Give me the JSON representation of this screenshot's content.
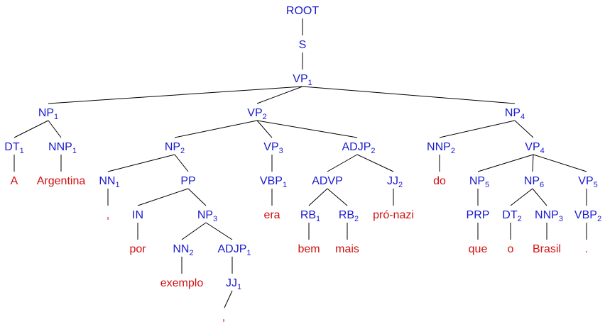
{
  "colors": {
    "nonterminal": "#1a1ad0",
    "leaf": "#d01010",
    "edge": "#000000"
  },
  "nodes": {
    "root": {
      "label": "ROOT",
      "sub": ""
    },
    "s": {
      "label": "S",
      "sub": ""
    },
    "vp1": {
      "label": "VP",
      "sub": "1"
    },
    "np1": {
      "label": "NP",
      "sub": "1"
    },
    "vp2": {
      "label": "VP",
      "sub": "2"
    },
    "np4": {
      "label": "NP",
      "sub": "4"
    },
    "dt1": {
      "label": "DT",
      "sub": "1"
    },
    "nnp1": {
      "label": "NNP",
      "sub": "1"
    },
    "np2": {
      "label": "NP",
      "sub": "2"
    },
    "vp3": {
      "label": "VP",
      "sub": "3"
    },
    "adjp2": {
      "label": "ADJP",
      "sub": "2"
    },
    "nnp2": {
      "label": "NNP",
      "sub": "2"
    },
    "vp4": {
      "label": "VP",
      "sub": "4"
    },
    "nn1": {
      "label": "NN",
      "sub": "1"
    },
    "pp": {
      "label": "PP",
      "sub": ""
    },
    "vbp1": {
      "label": "VBP",
      "sub": "1"
    },
    "advp": {
      "label": "ADVP",
      "sub": ""
    },
    "jj2": {
      "label": "JJ",
      "sub": "2"
    },
    "np5": {
      "label": "NP",
      "sub": "5"
    },
    "np6": {
      "label": "NP",
      "sub": "6"
    },
    "vp5": {
      "label": "VP",
      "sub": "5"
    },
    "in": {
      "label": "IN",
      "sub": ""
    },
    "np3": {
      "label": "NP",
      "sub": "3"
    },
    "rb1": {
      "label": "RB",
      "sub": "1"
    },
    "rb2": {
      "label": "RB",
      "sub": "2"
    },
    "prp": {
      "label": "PRP",
      "sub": ""
    },
    "dt2": {
      "label": "DT",
      "sub": "2"
    },
    "nnp3": {
      "label": "NNP",
      "sub": "3"
    },
    "vbp2": {
      "label": "VBP",
      "sub": "2"
    },
    "nn2": {
      "label": "NN",
      "sub": "2"
    },
    "adjp1": {
      "label": "ADJP",
      "sub": "1"
    },
    "jj1": {
      "label": "JJ",
      "sub": "1"
    }
  },
  "leaves": {
    "w_a": "A",
    "w_argentina": "Argentina",
    "w_comma": ",",
    "w_por": "por",
    "w_exemplo": "exemplo",
    "w_comma2": ",",
    "w_era": "era",
    "w_bem": "bem",
    "w_mais": "mais",
    "w_pronazi": "pró-nazi",
    "w_do": "do",
    "w_que": "que",
    "w_o": "o",
    "w_brasil": "Brasil",
    "w_period": "."
  }
}
